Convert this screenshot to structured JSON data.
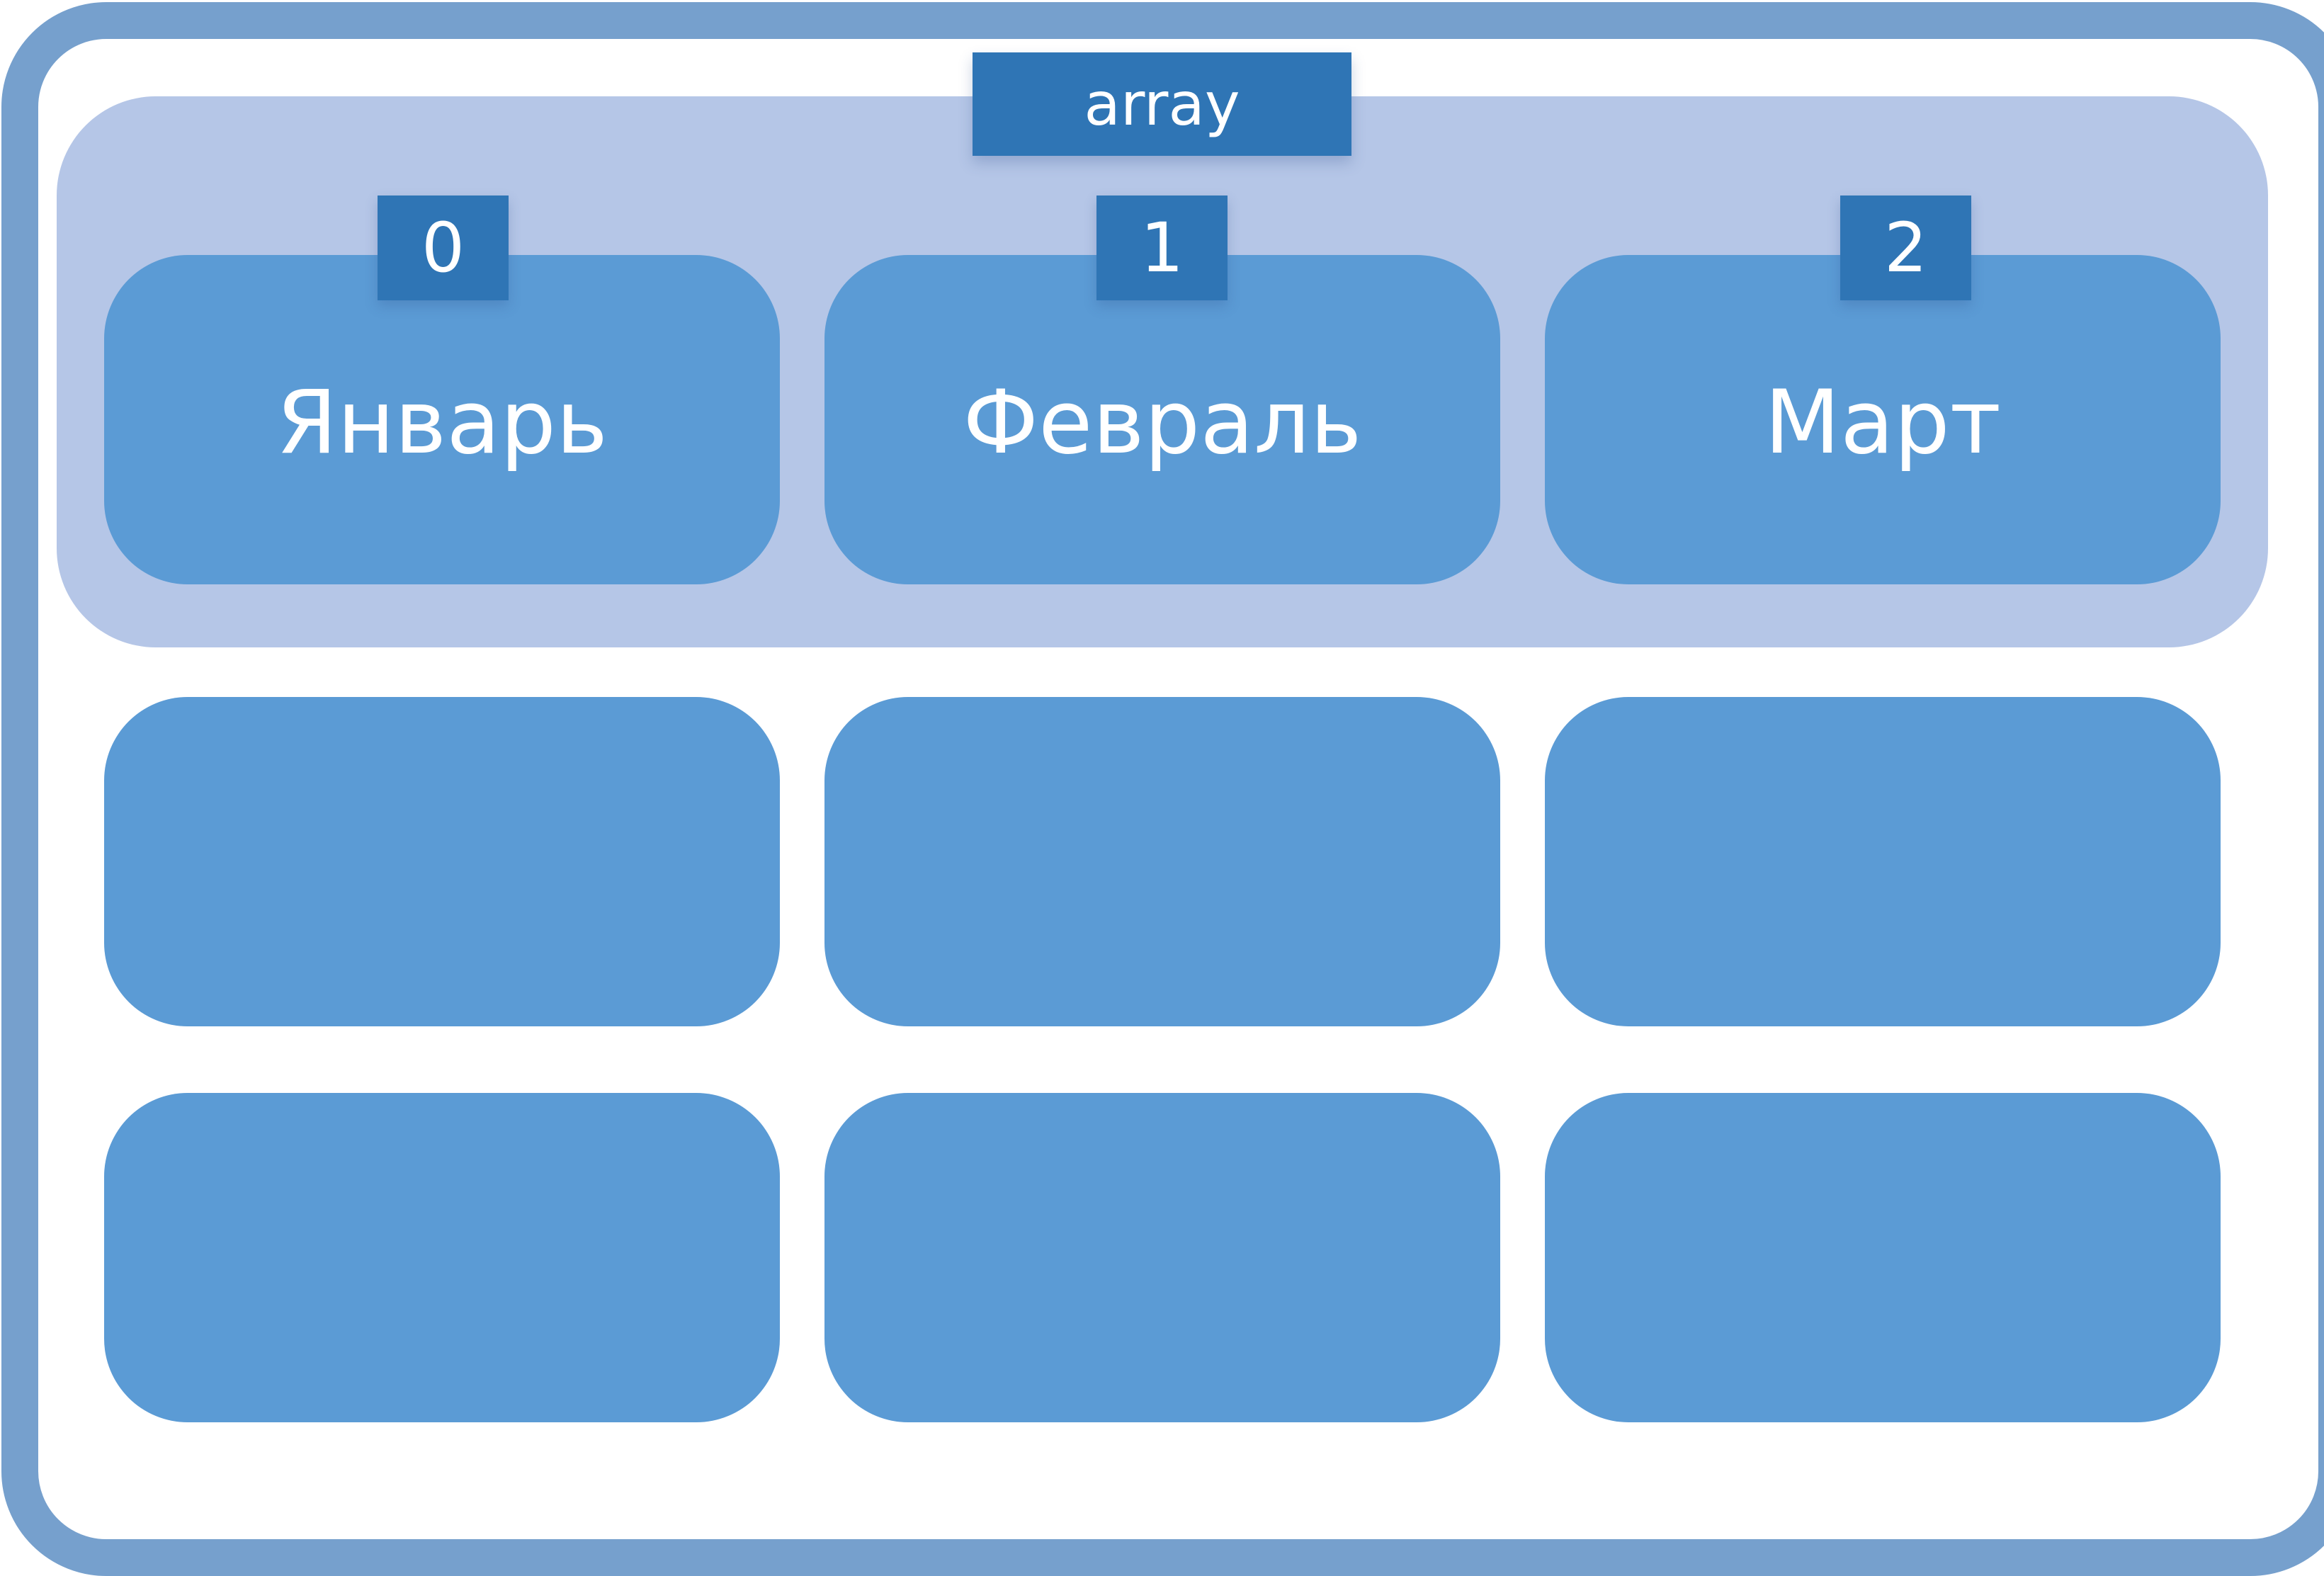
{
  "array_label": "array",
  "colors": {
    "frame_border": "#76a0cd",
    "array_group_fill": "#b5c6e7",
    "cell_fill": "#5b9bd5",
    "label_fill": "#2f75b5",
    "text": "#ffffff"
  },
  "rows": [
    {
      "cells": [
        {
          "index": "0",
          "value": "Январь"
        },
        {
          "index": "1",
          "value": "Февраль"
        },
        {
          "index": "2",
          "value": "Март"
        }
      ]
    },
    {
      "cells": [
        {
          "value": ""
        },
        {
          "value": ""
        },
        {
          "value": ""
        }
      ]
    },
    {
      "cells": [
        {
          "value": ""
        },
        {
          "value": ""
        },
        {
          "value": ""
        }
      ]
    }
  ]
}
